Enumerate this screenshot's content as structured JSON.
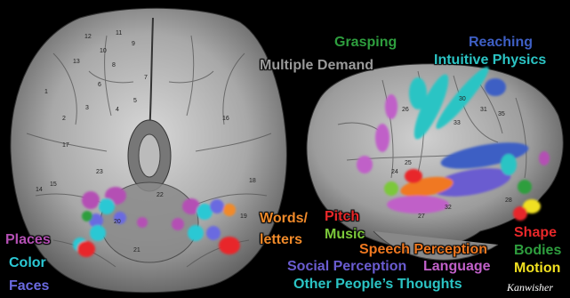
{
  "labels": {
    "grasping": {
      "text": "Grasping",
      "color": "#2e9e3e"
    },
    "reaching": {
      "text": "Reaching",
      "color": "#3e5fc4"
    },
    "multiple_demand": {
      "text": "Multiple Demand",
      "color": "#9a9a9a"
    },
    "intuitive_phys": {
      "text": "Intuitive Physics",
      "color": "#2bc4c4"
    },
    "words": {
      "text": "Words/",
      "color": "#f08a2a"
    },
    "letters": {
      "text": "letters",
      "color": "#f08a2a"
    },
    "pitch": {
      "text": "Pitch",
      "color": "#e8282a"
    },
    "music": {
      "text": "Music",
      "color": "#7cc83a"
    },
    "speech": {
      "text": "Speech Perception",
      "color": "#f07820"
    },
    "social": {
      "text": "Social Perception",
      "color": "#6a5cd0"
    },
    "language": {
      "text": "Language",
      "color": "#c060c8"
    },
    "others": {
      "text": "Other People’s Thoughts",
      "color": "#2bc4c4"
    },
    "places": {
      "text": "Places",
      "color": "#b450b4"
    },
    "color": {
      "text": "Color",
      "color": "#2bc8d4"
    },
    "faces": {
      "text": "Faces",
      "color": "#6a6ae0"
    },
    "shape": {
      "text": "Shape",
      "color": "#e8282a"
    },
    "bodies": {
      "text": "Bodies",
      "color": "#2e9e3e"
    },
    "motion": {
      "text": "Motion",
      "color": "#f0e020"
    }
  },
  "credit": "Kanwisher",
  "brodmann_numbers": [
    "12",
    "11",
    "10",
    "9",
    "8",
    "13",
    "7",
    "6",
    "5",
    "4",
    "3",
    "2",
    "1",
    "14",
    "15",
    "17",
    "16",
    "18",
    "19",
    "20",
    "21",
    "22",
    "23",
    "24",
    "25",
    "26",
    "27",
    "28",
    "30",
    "31",
    "32",
    "33",
    "35"
  ]
}
